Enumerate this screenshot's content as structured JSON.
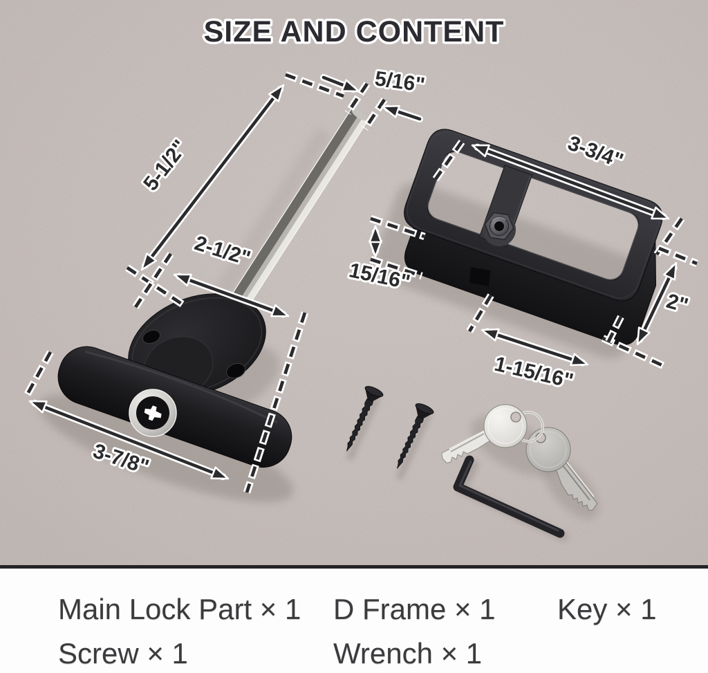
{
  "title": "SIZE AND CONTENT",
  "colors": {
    "background": "#cbc2bf",
    "annotation": "#2b2b2e",
    "halo": "#ffffff",
    "panel": "#fdfdfd",
    "divider": "#242427",
    "content_text": "#3b3b3e",
    "metal_light": "#e9e7e3",
    "part_black": "#1d1d20"
  },
  "dimensions": {
    "shaft_length": "5-1/2\"",
    "shaft_width": "5/16\"",
    "shaft_exposed": "2-1/2\"",
    "handle_width": "3-7/8\"",
    "frame_width": "3-3/4\"",
    "frame_lip": "15/16\"",
    "frame_height": "2\"",
    "frame_inner": "1-15/16\""
  },
  "contents": {
    "rows": [
      [
        {
          "label": "Main Lock Part × 1"
        },
        {
          "label": "D Frame × 1"
        },
        {
          "label": "Key × 1"
        }
      ],
      [
        {
          "label": "Screw × 1"
        },
        {
          "label": "Wrench × 1"
        }
      ]
    ]
  }
}
